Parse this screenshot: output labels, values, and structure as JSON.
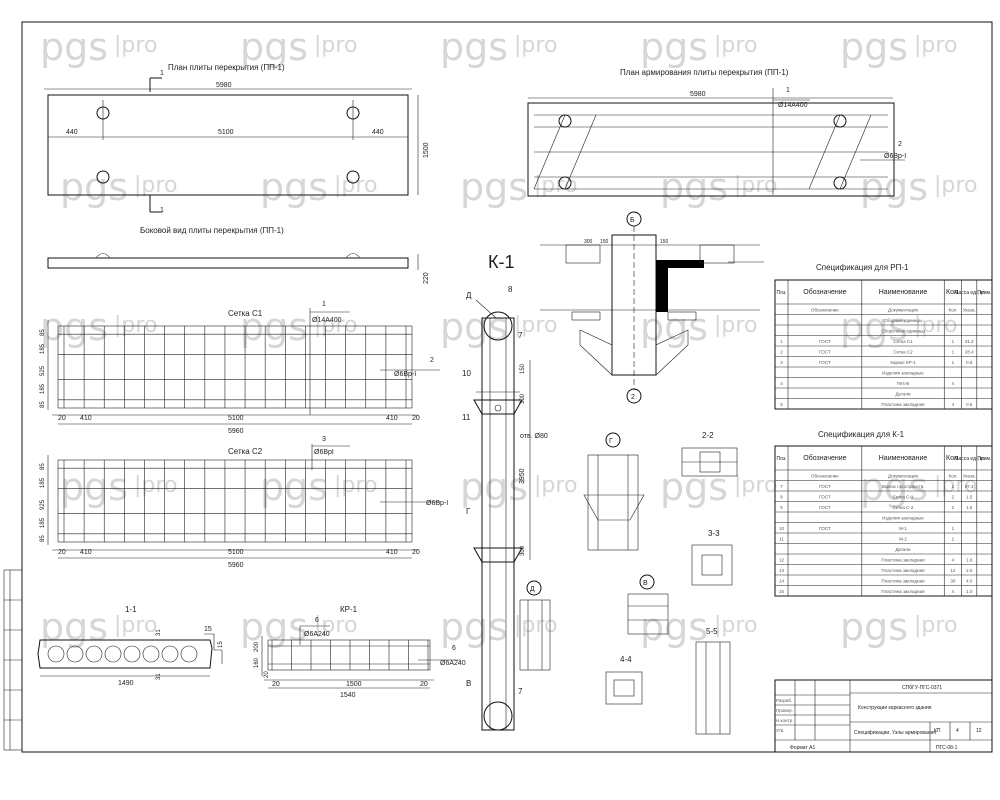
{
  "watermark": {
    "brand": "pgs",
    "suffix": "pro"
  },
  "plan_slab": {
    "title": "План плиты перекрытия (ПП-1)",
    "cut_mark": "1",
    "total_length": "5980",
    "left_offset": "440",
    "middle_span": "5100",
    "right_offset": "440",
    "width": "1500"
  },
  "side_view": {
    "title": "Боковой вид плиты перекрытия (ПП-1)",
    "height": "220"
  },
  "reinforcement_plan": {
    "title": "План армирования плиты перекрытия (ПП-1)",
    "total_length": "5980",
    "bar1_mark": "1",
    "bar1_label": "Ø14А400",
    "bar2_mark": "2",
    "bar2_label": "Ø6Вр-I"
  },
  "mesh_c1": {
    "title": "Сетка С1",
    "bar1_mark": "1",
    "bar1_label": "Ø14А400",
    "bar2_mark": "2",
    "bar2_label": "Ø6Вр-I",
    "left_dims": [
      "85",
      "185",
      "525",
      "185",
      "85"
    ],
    "bottom_dims": [
      "20",
      "410",
      "5100",
      "410",
      "20"
    ],
    "total": "5960"
  },
  "mesh_c2": {
    "title": "Сетка С2",
    "bar3_mark": "3",
    "bar3_label": "Ø6ВрI",
    "right_label": "Ø6Вр-I",
    "left_dims": [
      "85",
      "185",
      "925",
      "185",
      "85"
    ],
    "bottom_dims": [
      "20",
      "410",
      "5100",
      "410",
      "20"
    ],
    "total": "5960"
  },
  "section_1_1": {
    "title": "1-1",
    "width": "1490",
    "dim_a": "15",
    "dim_b": "31",
    "dim_c": "15",
    "dim_d": "31"
  },
  "kr1": {
    "title": "КР-1",
    "bar6_mark": "6",
    "bar6_label": "Ø6А240",
    "bar6_right_mark": "6",
    "bar6_right_label": "Ø6А240",
    "left_dims": [
      "200",
      "160",
      "20"
    ],
    "bottom_dims": [
      "20",
      "1500",
      "20"
    ],
    "total": "1540"
  },
  "column_k1": {
    "title": "К-1",
    "marks": [
      "Д",
      "8",
      "7",
      "10",
      "11",
      "Г",
      "В",
      "7"
    ],
    "dims": [
      "150",
      "300",
      "3950",
      "300"
    ],
    "hole": "отв. Ø80"
  },
  "node": {
    "letter_top": "Б",
    "axis_bottom": "2",
    "dims": [
      "300",
      "150",
      "150"
    ]
  },
  "views": {
    "v_g": "Г",
    "s22": "2-2",
    "s33": "3-3",
    "s44": "4-4",
    "s55": "5-5",
    "v_d": "Д",
    "v_v": "В"
  },
  "spec_rp1": {
    "title": "Спецификация для РП-1",
    "headers": [
      "Поз.",
      "Обозначение",
      "Наименование",
      "Кол.",
      "Масса ед., кг",
      "Прим."
    ],
    "rows": [
      [
        "",
        "Обозначение",
        "Документация",
        "Кол.",
        "Указа."
      ],
      [
        "",
        "",
        "Сборные единицы",
        "",
        ""
      ],
      [
        "",
        "",
        "Сборочные единицы",
        "",
        ""
      ],
      [
        "1",
        "ГОСТ",
        "Сетка С1",
        "1",
        "31.2"
      ],
      [
        "2",
        "ГОСТ",
        "Сетка С2",
        "1",
        "28.4"
      ],
      [
        "3",
        "ГОСТ",
        "Каркас КР-1",
        "1",
        "0.8"
      ],
      [
        "",
        "",
        "Изделия закладные",
        "",
        ""
      ],
      [
        "4",
        "",
        "Петля",
        "4",
        ""
      ],
      [
        "",
        "",
        "Детали",
        "",
        ""
      ],
      [
        "5",
        "",
        "Пластина закладная",
        "4",
        "0.5"
      ]
    ]
  },
  "spec_k1": {
    "title": "Спецификация для К-1",
    "headers": [
      "Поз.",
      "Обозначение",
      "Наименование",
      "Кол.",
      "Масса ед., кг",
      "Прим."
    ],
    "rows": [
      [
        "",
        "Обозначение",
        "Документация",
        "Кол.",
        "Указа."
      ],
      [
        "7",
        "ГОСТ",
        "Каркас пространств.",
        "1",
        "87.4"
      ],
      [
        "8",
        "ГОСТ",
        "Сетка С-1",
        "2",
        "1.5"
      ],
      [
        "9",
        "ГОСТ",
        "Сетка С-2",
        "2",
        "1.5"
      ],
      [
        "",
        "",
        "Изделия закладные",
        "",
        ""
      ],
      [
        "10",
        "ГОСТ",
        "М-1",
        "1",
        ""
      ],
      [
        "11",
        "",
        "М-2",
        "1",
        ""
      ],
      [
        "",
        "",
        "Детали",
        "",
        ""
      ],
      [
        "12",
        "",
        "Пластина закладная",
        "4",
        "1.6"
      ],
      [
        "13",
        "",
        "Пластина закладная",
        "12",
        "2.0"
      ],
      [
        "14",
        "",
        "Пластина закладная",
        "30",
        "4.0"
      ],
      [
        "15",
        "",
        "Пластина закладная",
        "4",
        "1.0"
      ]
    ]
  },
  "title_block": {
    "code": "СПбГУ-ПГС-0371",
    "project": "Конструкции каркасного здания",
    "sheet_title": "Спецификации. Узлы армирования",
    "stage": "КП",
    "sheet": "4",
    "sheets": "12",
    "org": "ПГС-08-1",
    "roles": [
      "Разраб.",
      "Провер.",
      "Н.контр.",
      "Утв."
    ],
    "format": "Формат А1"
  }
}
